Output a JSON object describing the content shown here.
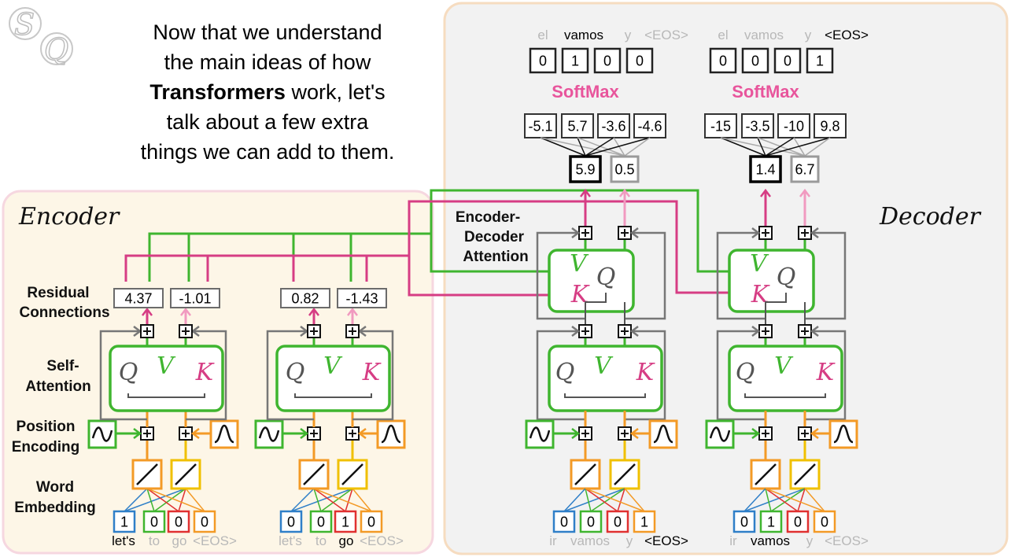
{
  "intro": {
    "line1": "Now that we understand",
    "line2": "the main ideas of how",
    "line3_bold": "Transformers",
    "line3_rest": " work, let's",
    "line4": "talk about a few extra",
    "line5": "things we can add to them."
  },
  "logo": {
    "letters": "SQ"
  },
  "colors": {
    "green": "#3fb52f",
    "pink": "#d63d84",
    "light_pink": "#f19ac0",
    "gray": "#6b6b6b",
    "orange": "#f39a26",
    "yellow": "#f0c000",
    "blue": "#2f7fc8",
    "red": "#e03030",
    "softmax": "#e8559c",
    "encoder_bg": "#fdf6e7",
    "decoder_bg": "#f2f2f2"
  },
  "encoder": {
    "title": "Encoder",
    "labels": {
      "residual_1": "Residual",
      "residual_2": "Connections",
      "self_1": "Self-",
      "self_2": "Attention",
      "pos_1": "Position",
      "pos_2": "Encoding",
      "word_1": "Word",
      "word_2": "Embedding"
    },
    "blocks": [
      {
        "outputs": [
          "4.37",
          "-1.01"
        ],
        "onehot": [
          "1",
          "0",
          "0",
          "0"
        ],
        "words": [
          {
            "t": "let's",
            "hi": true
          },
          {
            "t": "to",
            "hi": false
          },
          {
            "t": "go",
            "hi": false
          },
          {
            "t": "<EOS>",
            "hi": false
          }
        ]
      },
      {
        "outputs": [
          "0.82",
          "-1.43"
        ],
        "onehot": [
          "0",
          "0",
          "1",
          "0"
        ],
        "words": [
          {
            "t": "let's",
            "hi": false
          },
          {
            "t": "to",
            "hi": false
          },
          {
            "t": "go",
            "hi": true
          },
          {
            "t": "<EOS>",
            "hi": false
          }
        ]
      }
    ]
  },
  "decoder": {
    "title": "Decoder",
    "eda_1": "Encoder-",
    "eda_2": "Decoder",
    "eda_3": "Attention",
    "softmax": "SoftMax",
    "blocks": [
      {
        "out_words": [
          {
            "t": "el",
            "hi": false
          },
          {
            "t": "vamos",
            "hi": true
          },
          {
            "t": "y",
            "hi": false
          },
          {
            "t": "<EOS>",
            "hi": false
          }
        ],
        "out_onehot": [
          "0",
          "1",
          "0",
          "0"
        ],
        "logits": [
          "-5.1",
          "5.7",
          "-3.6",
          "-4.6"
        ],
        "values": [
          "5.9",
          "0.5"
        ],
        "onehot": [
          "0",
          "0",
          "0",
          "1"
        ],
        "words": [
          {
            "t": "ir",
            "hi": false
          },
          {
            "t": "vamos",
            "hi": false
          },
          {
            "t": "y",
            "hi": false
          },
          {
            "t": "<EOS>",
            "hi": true
          }
        ]
      },
      {
        "out_words": [
          {
            "t": "el",
            "hi": false
          },
          {
            "t": "vamos",
            "hi": false
          },
          {
            "t": "y",
            "hi": false
          },
          {
            "t": "<EOS>",
            "hi": true
          }
        ],
        "out_onehot": [
          "0",
          "0",
          "0",
          "1"
        ],
        "logits": [
          "-15",
          "-3.5",
          "-10",
          "9.8"
        ],
        "values": [
          "1.4",
          "6.7"
        ],
        "onehot": [
          "0",
          "1",
          "0",
          "0"
        ],
        "words": [
          {
            "t": "ir",
            "hi": false
          },
          {
            "t": "vamos",
            "hi": true
          },
          {
            "t": "y",
            "hi": false
          },
          {
            "t": "<EOS>",
            "hi": false
          }
        ]
      }
    ]
  }
}
